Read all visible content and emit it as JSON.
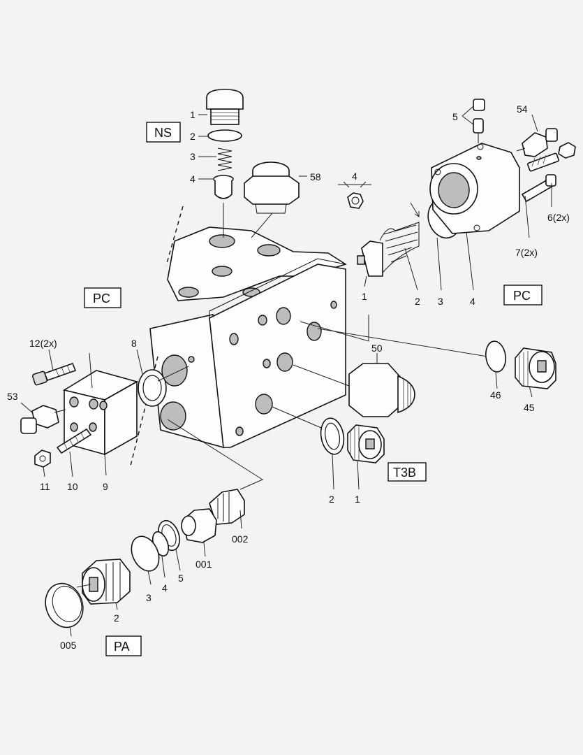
{
  "boxed_labels": {
    "ns": "NS",
    "pc_left": "PC",
    "pc_right": "PC",
    "t3b": "T3B",
    "pa": "PA"
  },
  "callouts": {
    "ns_1": "1",
    "ns_2": "2",
    "ns_3": "3",
    "ns_4": "4",
    "plug_58": "58",
    "nut_4": "4",
    "pc_r_5": "5",
    "pc_r_54": "54",
    "pc_r_6": "6(2x)",
    "pc_r_7": "7(2x)",
    "pc_r_1": "1",
    "pc_r_2": "2",
    "pc_r_3": "3",
    "pc_r_4": "4",
    "pc_l_12": "12(2x)",
    "pc_l_8": "8",
    "pc_l_53": "53",
    "pc_l_11": "11",
    "pc_l_10": "10",
    "pc_l_9": "9",
    "fit_50": "50",
    "oring_46": "46",
    "plug_45": "45",
    "t3b_2": "2",
    "t3b_1": "1",
    "pa_002": "002",
    "pa_001": "001",
    "pa_5": "5",
    "pa_4": "4",
    "pa_3": "3",
    "pa_2": "2",
    "pa_005": "005"
  }
}
